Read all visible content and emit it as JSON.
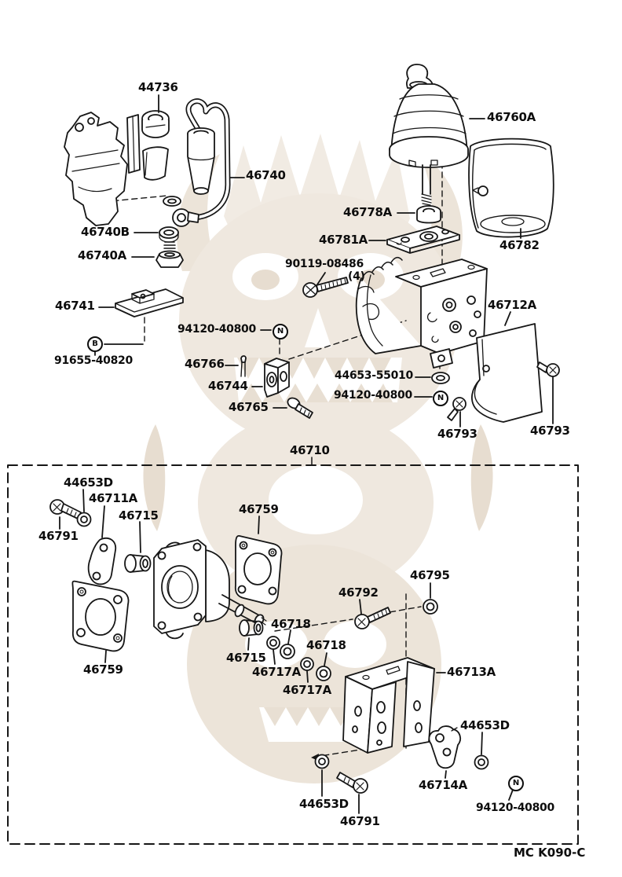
{
  "diagram": {
    "assembly_label": "46710",
    "footer_code": "MC K090-C",
    "line_color": "#161616",
    "watermark_color": "#efe8df"
  },
  "part_labels": [
    {
      "id": "44736",
      "text": "44736"
    },
    {
      "id": "46740",
      "text": "46740"
    },
    {
      "id": "46740B",
      "text": "46740B"
    },
    {
      "id": "46740A",
      "text": "46740A"
    },
    {
      "id": "46741",
      "text": "46741"
    },
    {
      "id": "91655-40820",
      "text": "91655-40820"
    },
    {
      "id": "94120-40800-a",
      "text": "94120-40800"
    },
    {
      "id": "46766",
      "text": "46766"
    },
    {
      "id": "46744",
      "text": "46744"
    },
    {
      "id": "46765",
      "text": "46765"
    },
    {
      "id": "46760A",
      "text": "46760A"
    },
    {
      "id": "46778A",
      "text": "46778A"
    },
    {
      "id": "46781A",
      "text": "46781A"
    },
    {
      "id": "90119-08486",
      "text": "90119-08486"
    },
    {
      "id": "90119-qty",
      "text": "(4)"
    },
    {
      "id": "46782",
      "text": "46782"
    },
    {
      "id": "46712A",
      "text": "46712A"
    },
    {
      "id": "44653-55010",
      "text": "44653-55010"
    },
    {
      "id": "94120-40800-b",
      "text": "94120-40800"
    },
    {
      "id": "46793-left",
      "text": "46793"
    },
    {
      "id": "46793-right",
      "text": "46793"
    },
    {
      "id": "46710",
      "text": "46710"
    },
    {
      "id": "44653D-top",
      "text": "44653D"
    },
    {
      "id": "46711A",
      "text": "46711A"
    },
    {
      "id": "46715-top",
      "text": "46715"
    },
    {
      "id": "46791-top",
      "text": "46791"
    },
    {
      "id": "46759-top",
      "text": "46759"
    },
    {
      "id": "46759-bottom",
      "text": "46759"
    },
    {
      "id": "46718-1",
      "text": "46718"
    },
    {
      "id": "46718-2",
      "text": "46718"
    },
    {
      "id": "46715-2",
      "text": "46715"
    },
    {
      "id": "46717A-1",
      "text": "46717A"
    },
    {
      "id": "46717A-2",
      "text": "46717A"
    },
    {
      "id": "46792",
      "text": "46792"
    },
    {
      "id": "46795",
      "text": "46795"
    },
    {
      "id": "46713A",
      "text": "46713A"
    },
    {
      "id": "44653D-right",
      "text": "44653D"
    },
    {
      "id": "46714A",
      "text": "46714A"
    },
    {
      "id": "94120-40800-c",
      "text": "94120-40800"
    },
    {
      "id": "44653D-bottom",
      "text": "44653D"
    },
    {
      "id": "46791-bottom",
      "text": "46791"
    }
  ],
  "markers": [
    {
      "id": "marker-b",
      "letter": "B"
    },
    {
      "id": "marker-n1",
      "letter": "N"
    },
    {
      "id": "marker-n2",
      "letter": "N"
    },
    {
      "id": "marker-n3",
      "letter": "N"
    }
  ]
}
